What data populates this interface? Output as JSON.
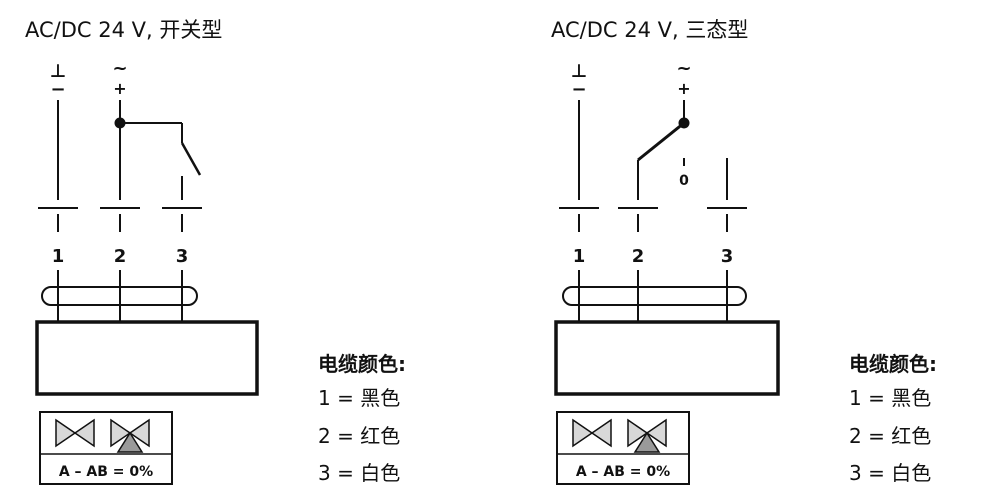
{
  "left": {
    "title": "AC/DC 24 V,  开关型",
    "terminals": [
      "1",
      "2",
      "3"
    ],
    "ground_symbol": "⊥",
    "ground_minus": "−",
    "ac_symbol": "~",
    "ac_plus": "+",
    "flow_label": "A – AB = 0%"
  },
  "right": {
    "title": "AC/DC 24 V, 三态型",
    "terminals": [
      "1",
      "2",
      "3"
    ],
    "ground_symbol": "⊥",
    "ground_minus": "−",
    "ac_symbol": "~",
    "ac_plus": "+",
    "zero_label": "0",
    "flow_label": "A – AB = 0%"
  },
  "legend_left": {
    "title": "电缆颜色:",
    "items": [
      "1 = 黑色",
      "2 = 红色",
      "3 = 白色"
    ]
  },
  "legend_right": {
    "title": "电缆颜色:",
    "items": [
      "1 = 黑色",
      "2 = 红色",
      "3 = 白色"
    ]
  }
}
